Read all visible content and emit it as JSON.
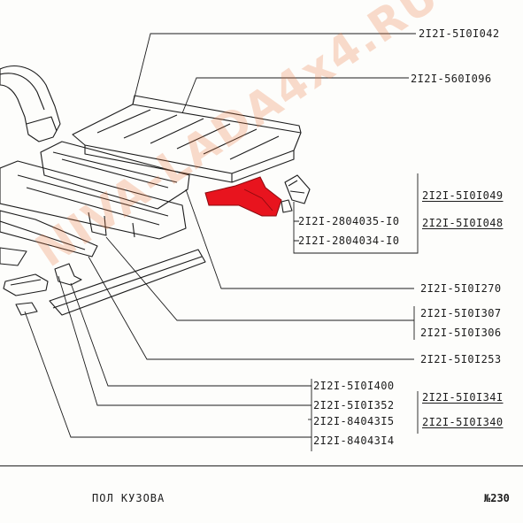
{
  "part_numbers": {
    "p1": "2I2I-5I0I042",
    "p2": "2I2I-560I096",
    "p3": "2I2I-5I0I049",
    "p4": "2I2I-5I0I048",
    "p5": "2I2I-2804035-I0",
    "p6": "2I2I-2804034-I0",
    "p7": "2I2I-5I0I270",
    "p8": "2I2I-5I0I307",
    "p9": "2I2I-5I0I306",
    "p10": "2I2I-5I0I253",
    "p11": "2I2I-5I0I400",
    "p12": "2I2I-5I0I352",
    "p13": "2I2I-84043I5",
    "p14": "2I2I-84043I4",
    "p15": "2I2I-5I0I34I",
    "p16": "2I2I-5I0I340"
  },
  "watermark": "NIVA-LADA4x4.RU",
  "footer": {
    "title": "ПОЛ КУЗОВА",
    "page_number": "№230"
  },
  "colors": {
    "ink": "#1c1c1c",
    "highlight": "#e8141e",
    "watermark": "#ec783c"
  }
}
